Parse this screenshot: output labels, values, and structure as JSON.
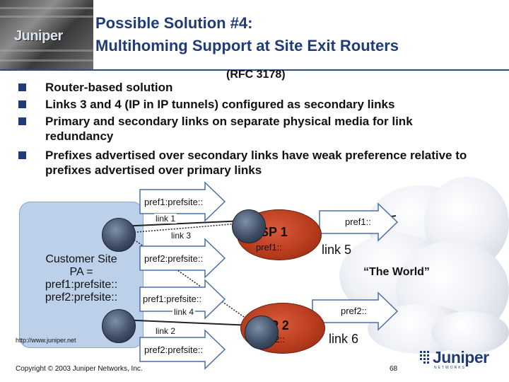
{
  "header": {
    "logo_text": "Juniper",
    "title_line1": "Possible Solution #4:",
    "title_line2": "Multihoming Support at Site Exit Routers",
    "rfc": "(RFC 3178)"
  },
  "bullets": [
    {
      "text": "Router-based solution"
    },
    {
      "text": "Links 3 and 4 (IP in IP tunnels) configured as secondary links"
    },
    {
      "text": "Primary and secondary links on separate physical media for link redundancy"
    },
    {
      "text": "Prefixes advertised over secondary links have weak preference relative to prefixes advertised over primary links"
    }
  ],
  "diagram": {
    "customer_site": {
      "line1": "Customer Site",
      "line2": "PA =",
      "line3": "pref1:prefsite::",
      "line4": "pref2:prefsite::"
    },
    "sp1": {
      "name": "SP 1",
      "prefix": "pref1::"
    },
    "sp2": {
      "name": "SP 2",
      "prefix": "pref2::"
    },
    "links": {
      "link1": "link 1",
      "link2": "link 2",
      "link3": "link 3",
      "link4": "link 4",
      "link5": "link 5",
      "link6": "link 6"
    },
    "arrows": {
      "top": "pref1:prefsite::",
      "mid_upper": "pref2:prefsite::",
      "mid_lower": "pref1:prefsite::",
      "bottom": "pref2:prefsite::",
      "world_top": "pref1::",
      "world_bottom": "pref2::"
    },
    "world": "“The World”"
  },
  "footer": {
    "url": "http://www.juniper.net",
    "copyright": "Copyright © 2003 Juniper Networks, Inc.",
    "page": "68",
    "logo_word": "Juniper",
    "logo_sub": "NETWORKS"
  },
  "colors": {
    "title": "#1f3c78",
    "customer_site": "#bcd0ea",
    "arrow_fill": "#ffffff",
    "arrow_stroke": "#4a6fa8",
    "sp_fill": "#b53a1c",
    "router_fill": "#3f4e66"
  }
}
